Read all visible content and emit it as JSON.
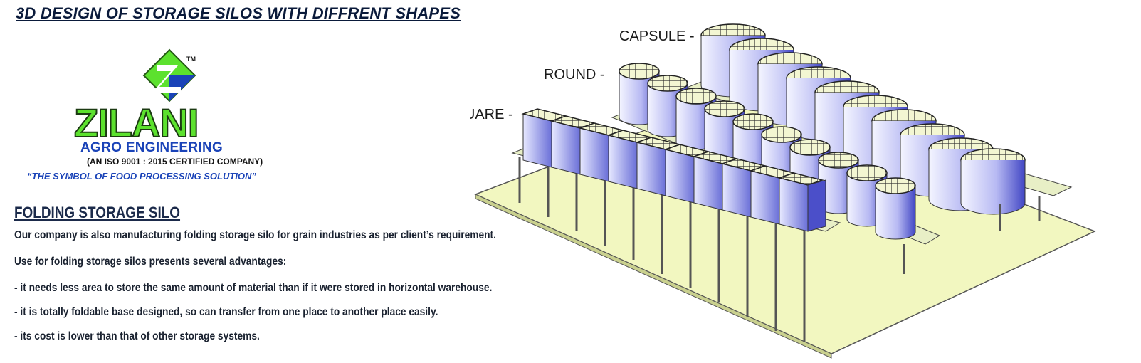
{
  "heading": "3D DESIGN OF STORAGE SILOS WITH DIFFRENT SHAPES",
  "logo": {
    "trademark": "TM",
    "name": "ZILANI",
    "subtitle": "AGRO ENGINEERING",
    "certification": "(AN ISO 9001 : 2015 CERTIFIED COMPANY)",
    "tagline": "“THE SYMBOL OF FOOD PROCESSING SOLUTION”",
    "colors": {
      "green": "#5ce12e",
      "blue": "#1a43b8"
    }
  },
  "section": {
    "title": "FOLDING STORAGE SILO",
    "lines": [
      "Our company is also manufacturing folding storage silo for grain industries as per client’s requirement.",
      "Use for folding storage silos presents several advantages:",
      "- it needs less area to store the same amount of material than if it were stored in horizontal warehouse.",
      "- it is totally foldable base designed, so can transfer from one place to another place easily.",
      "- its cost is lower than that of other storage systems."
    ]
  },
  "diagram": {
    "labels": {
      "square": "SQUARE -",
      "round": "ROUND -",
      "capsule": "CAPSULE -"
    },
    "colors": {
      "platform": "#f2f7c0",
      "silo_light": "#eef0ff",
      "silo_dark": "#4b4fc9",
      "frame": "#e8efc6"
    }
  }
}
